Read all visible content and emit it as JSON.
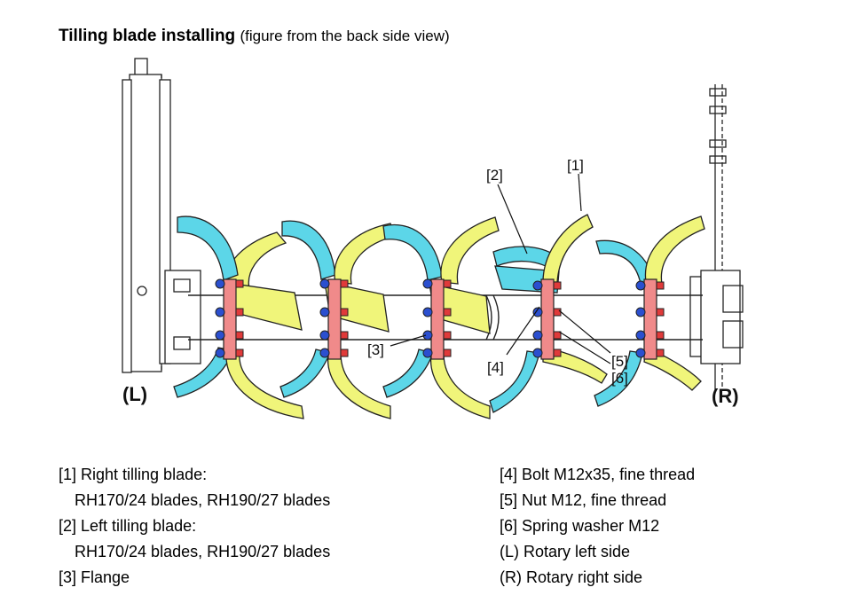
{
  "title": {
    "main": "Tilling blade installing",
    "sub": "(figure from the back side view)"
  },
  "callouts": {
    "c1": "[1]",
    "c2": "[2]",
    "c3": "[3]",
    "c4": "[4]",
    "c5": "[5]",
    "c6": "[6]",
    "left": "(L)",
    "right": "(R)"
  },
  "legend_left": [
    "[1] Right tilling blade:",
    "RH170/24 blades, RH190/27 blades",
    "[2] Left tilling blade:",
    "RH170/24 blades, RH190/27 blades",
    "[3] Flange"
  ],
  "legend_right": [
    "[4] Bolt M12x35, fine thread",
    "[5] Nut M12, fine thread",
    "[6] Spring washer M12",
    "(L) Rotary left side",
    "(R) Rotary right side"
  ],
  "colors": {
    "right_blade": "#f0f57a",
    "left_blade": "#5cd6e8",
    "flange": "#f08a8a",
    "bolt": "#2b4fcf",
    "nut": "#e03a3a",
    "outline": "#222222"
  }
}
